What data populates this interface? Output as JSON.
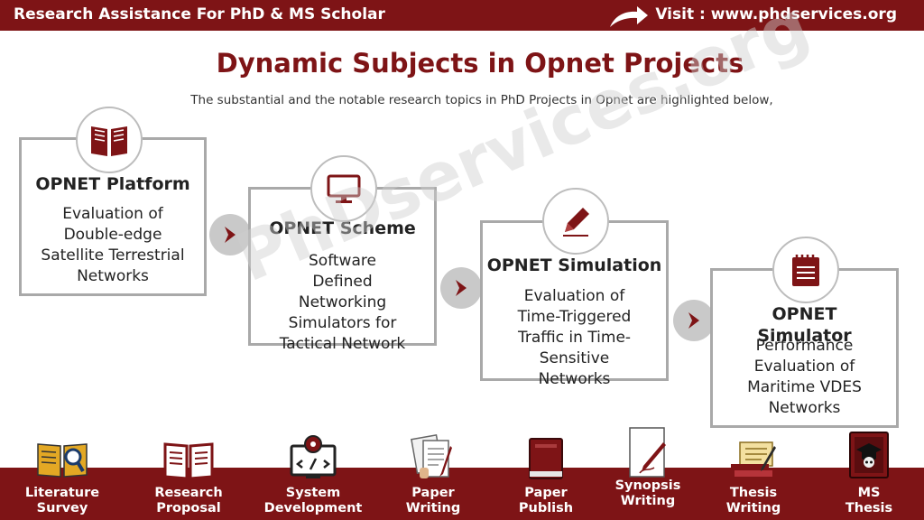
{
  "header": {
    "left_title": "Research Assistance For PhD & MS Scholar",
    "visit": "Visit : www.phdservices.org"
  },
  "title": "Dynamic Subjects in Opnet Projects",
  "subtitle": "The substantial and the notable research topics in PhD Projects in Opnet are highlighted below,",
  "watermark": "PhDservices.org",
  "cards": [
    {
      "title": "OPNET Platform",
      "body": [
        "Evaluation of",
        "Double-edge",
        "Satellite Terrestrial",
        "Networks"
      ],
      "icon": "book-icon"
    },
    {
      "title": "OPNET Scheme",
      "body": [
        "Software",
        "Defined",
        "Networking",
        "Simulators for",
        "Tactical Network"
      ],
      "icon": "monitor-icon"
    },
    {
      "title": "OPNET Simulation",
      "body": [
        "Evaluation of",
        "Time-Triggered",
        "Traffic in Time-",
        "Sensitive",
        "Networks"
      ],
      "icon": "pencil-icon"
    },
    {
      "title": [
        "OPNET",
        "Simulator"
      ],
      "body": [
        "Performance",
        "Evaluation of",
        "Maritime VDES",
        "Networks"
      ],
      "icon": "notepad-icon"
    }
  ],
  "colors": {
    "brand": "#7e1416",
    "border": "#a9a9a9",
    "arrow_bg": "#c9c9c9"
  },
  "footer": [
    {
      "line1": "Literature",
      "line2": "Survey",
      "icon": "literature-icon"
    },
    {
      "line1": "Research",
      "line2": "Proposal",
      "icon": "proposal-icon"
    },
    {
      "line1": "System",
      "line2": "Development",
      "icon": "system-icon"
    },
    {
      "line1": "Paper",
      "line2": "Writing",
      "icon": "paper-writing-icon"
    },
    {
      "line1": "Paper",
      "line2": "Publish",
      "icon": "publish-icon"
    },
    {
      "line1": "Synopsis",
      "line2": "Writing",
      "icon": "synopsis-icon"
    },
    {
      "line1": "Thesis",
      "line2": "Writing",
      "icon": "thesis-icon"
    },
    {
      "line1": "MS",
      "line2": "Thesis",
      "icon": "ms-thesis-icon"
    }
  ]
}
